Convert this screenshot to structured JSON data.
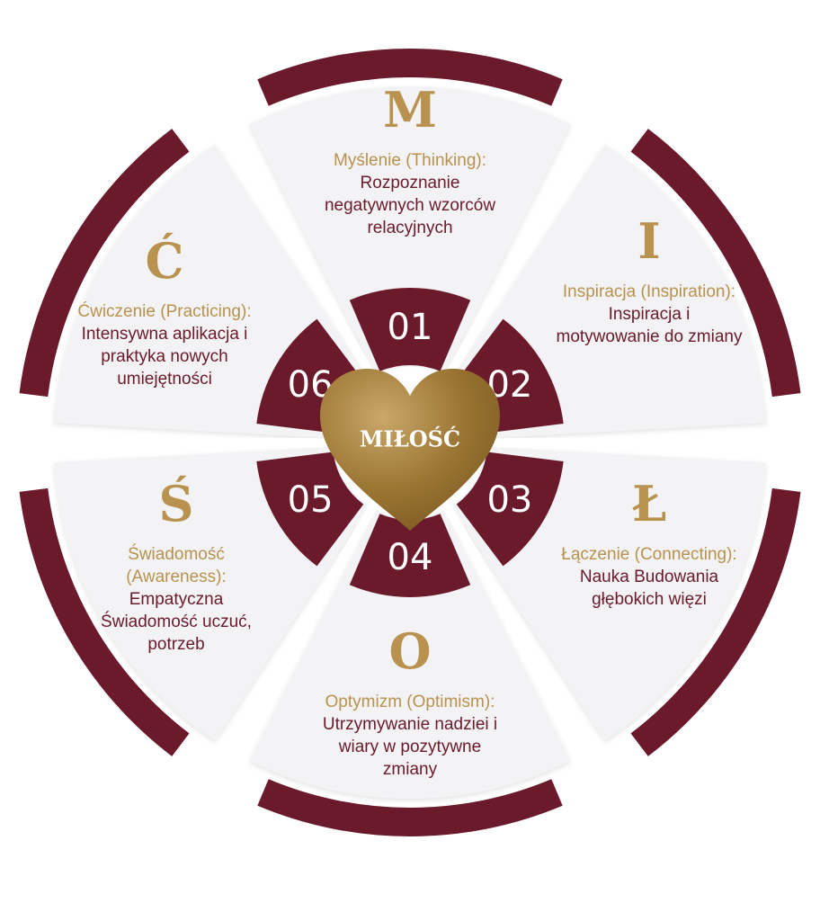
{
  "center": {
    "label": "MIŁOŚĆ"
  },
  "colors": {
    "maroon": "#6b1a2c",
    "gold": "#b8924e",
    "panel": "#f3f2f4"
  },
  "segments": [
    {
      "number": "01",
      "letter": "M",
      "title": "Myślenie (Thinking):",
      "description": [
        "Rozpoznanie",
        "negatywnych wzorców",
        "relacyjnych"
      ]
    },
    {
      "number": "02",
      "letter": "I",
      "title": "Inspiracja (Inspiration):",
      "description": [
        "Inspiracja i",
        "motywowanie do zmiany"
      ]
    },
    {
      "number": "03",
      "letter": "Ł",
      "title": "Łączenie (Connecting):",
      "description": [
        "Nauka Budowania",
        "głębokich więzi"
      ]
    },
    {
      "number": "04",
      "letter": "O",
      "title": "Optymizm (Optimism):",
      "description": [
        "Utrzymywanie nadziei i",
        "wiary w pozytywne",
        "zmiany"
      ]
    },
    {
      "number": "05",
      "letter": "Ś",
      "title": "Świadomość (Awareness):",
      "description": [
        "Empatyczna",
        "Świadomość uczuć,",
        "potrzeb"
      ]
    },
    {
      "number": "06",
      "letter": "Ć",
      "title": "Ćwiczenie (Practicing):",
      "description": [
        "Intensywna aplikacja i",
        "praktyka nowych",
        "umiejętności"
      ]
    }
  ]
}
